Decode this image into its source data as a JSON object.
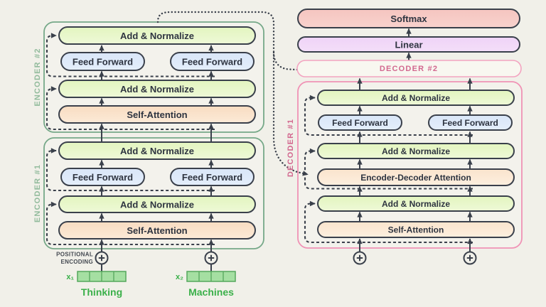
{
  "diagram": {
    "layers": {
      "add_normalize": "Add & Normalize",
      "feed_forward": "Feed Forward",
      "self_attention": "Self-Attention",
      "encoder_decoder_attention": "Encoder-Decoder Attention",
      "softmax": "Softmax",
      "linear": "Linear"
    },
    "blocks": {
      "encoder2": "ENCODER #2",
      "encoder1": "ENCODER #1",
      "decoder2": "DECODER #2",
      "decoder1": "DECODER #1"
    },
    "positional_encoding": {
      "line1": "POSITIONAL",
      "line2": "ENCODING"
    },
    "inputs": [
      {
        "symbol": "x₁",
        "word": "Thinking"
      },
      {
        "symbol": "x₂",
        "word": "Machines"
      }
    ],
    "colors": {
      "background": "#f1f0e9",
      "add_normalize_fill": "#e6f6c6",
      "feed_forward_fill": "#dde9f9",
      "self_attention_fill": "#fae3cc",
      "encoder_decoder_attention_fill": "#fbe8d4",
      "softmax_fill": "#f7cbc7",
      "linear_fill": "#f1d8f8",
      "encoder_border": "#76a888",
      "decoder_border": "#f092b5",
      "green_text": "#3bb04a",
      "embedding_fill": "#a5dfa2",
      "line": "#3a404b"
    }
  }
}
